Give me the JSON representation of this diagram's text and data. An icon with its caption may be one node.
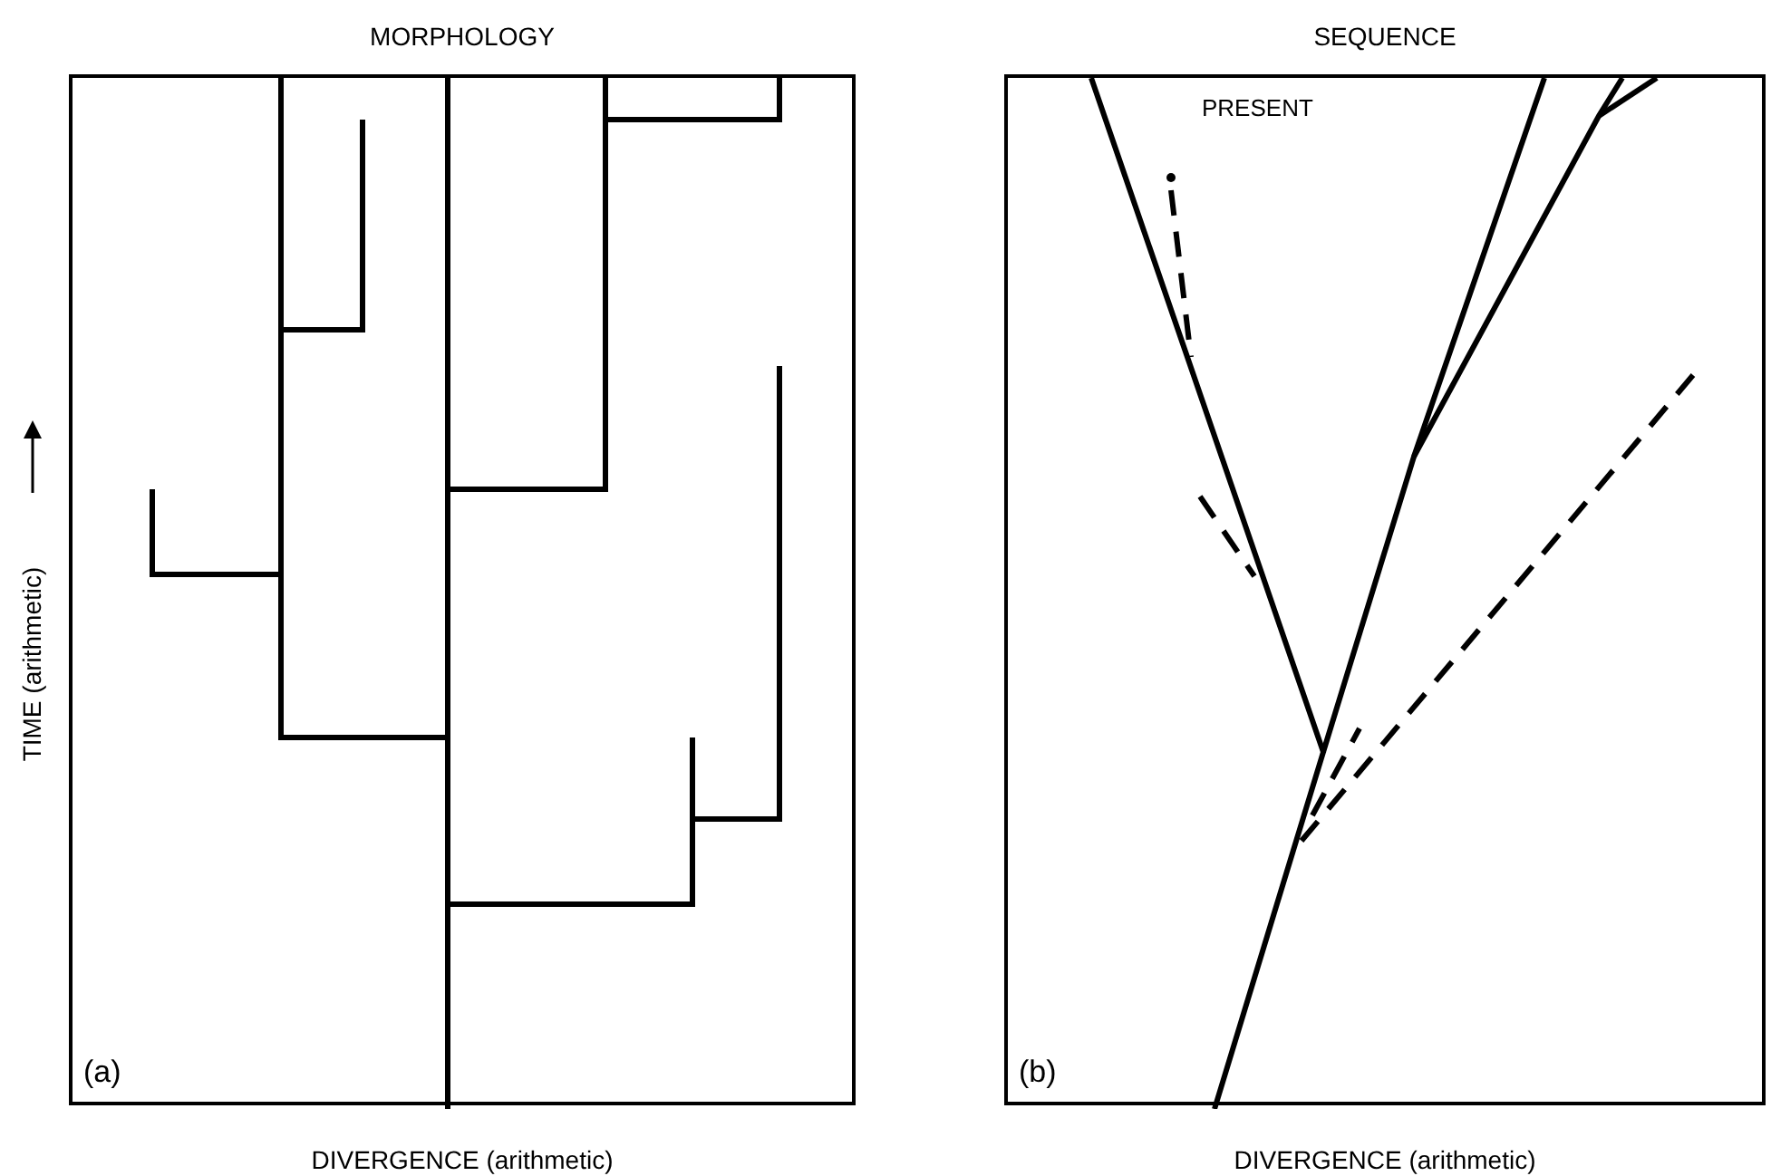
{
  "diagram": {
    "nodes": [
      {
        "text": [
          "MORPHOLOGY",
          "(a)"
        ],
        "beside": [
          "DIVERGENCE (arithmetic)"
        ]
      },
      {
        "text": [
          "SEQUENCE",
          "(b)"
        ],
        "beside": [
          "DIVERGENCE (arithmetic)"
        ]
      }
    ],
    "labels": [
      "TIME (arithmetic)",
      "PRESENT"
    ]
  }
}
